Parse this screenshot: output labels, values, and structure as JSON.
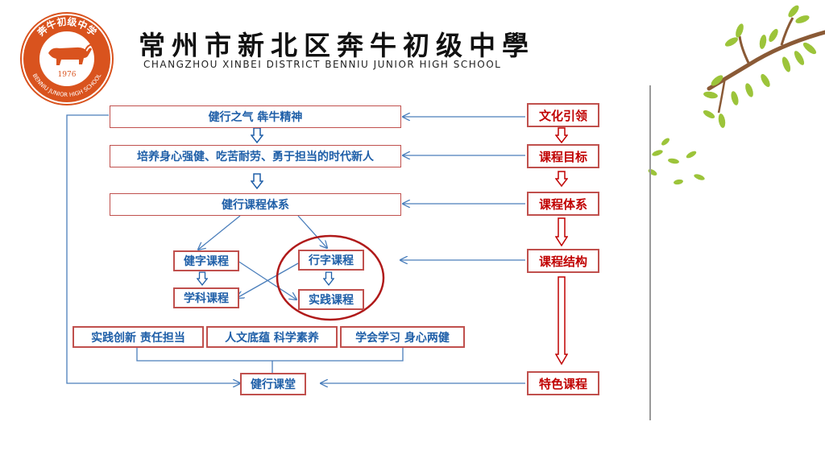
{
  "header": {
    "school_name_cn": "常州市新北区奔牛初级中學",
    "school_name_en": "CHANGZHOU XINBEI DISTRICT BENNIU JUNIOR HIGH SCHOOL",
    "logo_top_text": "奔牛初级中学",
    "logo_year": "1976",
    "logo_bottom_text": "BENNIU JUNIOR HIGH SCHOOL"
  },
  "left": {
    "n1": "健行之气   犇牛精神",
    "n2": "培养身心强健、吃苦耐劳、勇于担当的时代新人",
    "n3": "健行课程体系",
    "n4a": "健字课程",
    "n4b": "学科课程",
    "n5a": "行字课程",
    "n5b": "实践课程",
    "n6a": "实践创新   责任担当",
    "n6b": "人文底蕴   科学素养",
    "n6c": "学会学习  身心两健",
    "n7": "健行课堂"
  },
  "right": {
    "r1": "文化引领",
    "r2": "课程目标",
    "r3": "课程体系",
    "r4": "课程结构",
    "r5": "特色课程"
  },
  "colors": {
    "blue_text": "#1f5fa8",
    "red_text": "#c00000",
    "box_border": "#c0504d",
    "arrow_blue": "#4a7ebb",
    "circle": "#b01a1a",
    "logo": "#d9531e"
  }
}
